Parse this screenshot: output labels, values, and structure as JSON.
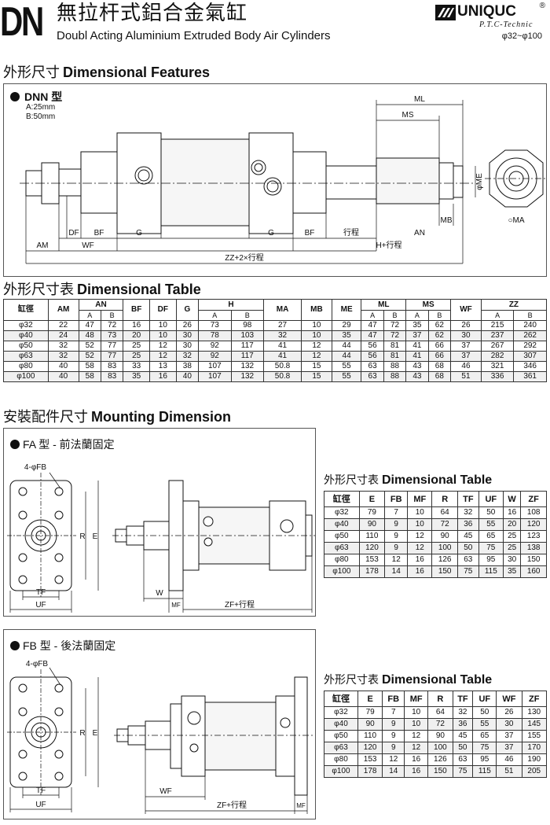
{
  "header": {
    "code": "DN",
    "title_zh": "無拉杆式鋁合金氣缸",
    "title_en": "Doubl Acting Aluminium Extruded Body Air Cylinders",
    "brand": "UNIQUC",
    "brand_reg": "®",
    "brand_sub": "P.T.C-Technic",
    "range": "φ32~φ100"
  },
  "features": {
    "title_zh": "外形尺寸",
    "title_en": "Dimensional Features",
    "model": "DNN 型",
    "notes": [
      "A:25mm",
      "B:50mm"
    ],
    "labels": {
      "ml": "ML",
      "ms": "MS",
      "me": "φME",
      "mb": "MB",
      "ma": "○MA",
      "df": "DF",
      "bf": "BF",
      "g": "G",
      "g2": "G",
      "bf2": "BF",
      "stroke": "行程",
      "an": "AN",
      "am": "AM",
      "wf": "WF",
      "h": "H+行程",
      "zz": "ZZ+2×行程"
    }
  },
  "dim_table": {
    "title_zh": "外形尺寸表",
    "title_en": "Dimensional Table",
    "headers": [
      "缸徑",
      "AM",
      "AN",
      "BF",
      "DF",
      "G",
      "H",
      "MA",
      "MB",
      "ME",
      "ML",
      "MS",
      "WF",
      "ZZ"
    ],
    "sub": [
      "A",
      "B"
    ],
    "rows": [
      [
        "φ32",
        "22",
        "47",
        "72",
        "16",
        "10",
        "26",
        "73",
        "98",
        "27",
        "10",
        "29",
        "47",
        "72",
        "35",
        "62",
        "26",
        "215",
        "240"
      ],
      [
        "φ40",
        "24",
        "48",
        "73",
        "20",
        "10",
        "30",
        "78",
        "103",
        "32",
        "10",
        "35",
        "47",
        "72",
        "37",
        "62",
        "30",
        "237",
        "262"
      ],
      [
        "φ50",
        "32",
        "52",
        "77",
        "25",
        "12",
        "30",
        "92",
        "117",
        "41",
        "12",
        "44",
        "56",
        "81",
        "41",
        "66",
        "37",
        "267",
        "292"
      ],
      [
        "φ63",
        "32",
        "52",
        "77",
        "25",
        "12",
        "32",
        "92",
        "117",
        "41",
        "12",
        "44",
        "56",
        "81",
        "41",
        "66",
        "37",
        "282",
        "307"
      ],
      [
        "φ80",
        "40",
        "58",
        "83",
        "33",
        "13",
        "38",
        "107",
        "132",
        "50.8",
        "15",
        "55",
        "63",
        "88",
        "43",
        "68",
        "46",
        "321",
        "346"
      ],
      [
        "φ100",
        "40",
        "58",
        "83",
        "35",
        "16",
        "40",
        "107",
        "132",
        "50.8",
        "15",
        "55",
        "63",
        "88",
        "43",
        "68",
        "51",
        "336",
        "361"
      ]
    ]
  },
  "mounting": {
    "title_zh": "安裝配件尺寸",
    "title_en": "Mounting Dimension",
    "fa": {
      "label": "FA 型 - 前法蘭固定",
      "labels": {
        "fb": "4-φFB",
        "r": "R",
        "e": "E",
        "tf": "TF",
        "uf": "UF",
        "w": "W",
        "mf": "MF",
        "zf": "ZF+行程"
      },
      "table_title_zh": "外形尺寸表",
      "table_title_en": "Dimensional Table",
      "headers": [
        "缸徑",
        "E",
        "FB",
        "MF",
        "R",
        "TF",
        "UF",
        "W",
        "ZF"
      ],
      "rows": [
        [
          "φ32",
          "79",
          "7",
          "10",
          "64",
          "32",
          "50",
          "16",
          "108"
        ],
        [
          "φ40",
          "90",
          "9",
          "10",
          "72",
          "36",
          "55",
          "20",
          "120"
        ],
        [
          "φ50",
          "110",
          "9",
          "12",
          "90",
          "45",
          "65",
          "25",
          "123"
        ],
        [
          "φ63",
          "120",
          "9",
          "12",
          "100",
          "50",
          "75",
          "25",
          "138"
        ],
        [
          "φ80",
          "153",
          "12",
          "16",
          "126",
          "63",
          "95",
          "30",
          "150"
        ],
        [
          "φ100",
          "178",
          "14",
          "16",
          "150",
          "75",
          "115",
          "35",
          "160"
        ]
      ]
    },
    "fb": {
      "label": "FB 型 - 後法蘭固定",
      "labels": {
        "fb": "4-φFB",
        "r": "R",
        "e": "E",
        "tf": "TF",
        "uf": "UF",
        "wf": "WF",
        "mf": "MF",
        "zf": "ZF+行程"
      },
      "table_title_zh": "外形尺寸表",
      "table_title_en": "Dimensional Table",
      "headers": [
        "缸徑",
        "E",
        "FB",
        "MF",
        "R",
        "TF",
        "UF",
        "WF",
        "ZF"
      ],
      "rows": [
        [
          "φ32",
          "79",
          "7",
          "10",
          "64",
          "32",
          "50",
          "26",
          "130"
        ],
        [
          "φ40",
          "90",
          "9",
          "10",
          "72",
          "36",
          "55",
          "30",
          "145"
        ],
        [
          "φ50",
          "110",
          "9",
          "12",
          "90",
          "45",
          "65",
          "37",
          "155"
        ],
        [
          "φ63",
          "120",
          "9",
          "12",
          "100",
          "50",
          "75",
          "37",
          "170"
        ],
        [
          "φ80",
          "153",
          "12",
          "16",
          "126",
          "63",
          "95",
          "46",
          "190"
        ],
        [
          "φ100",
          "178",
          "14",
          "16",
          "150",
          "75",
          "115",
          "51",
          "205"
        ]
      ]
    }
  }
}
